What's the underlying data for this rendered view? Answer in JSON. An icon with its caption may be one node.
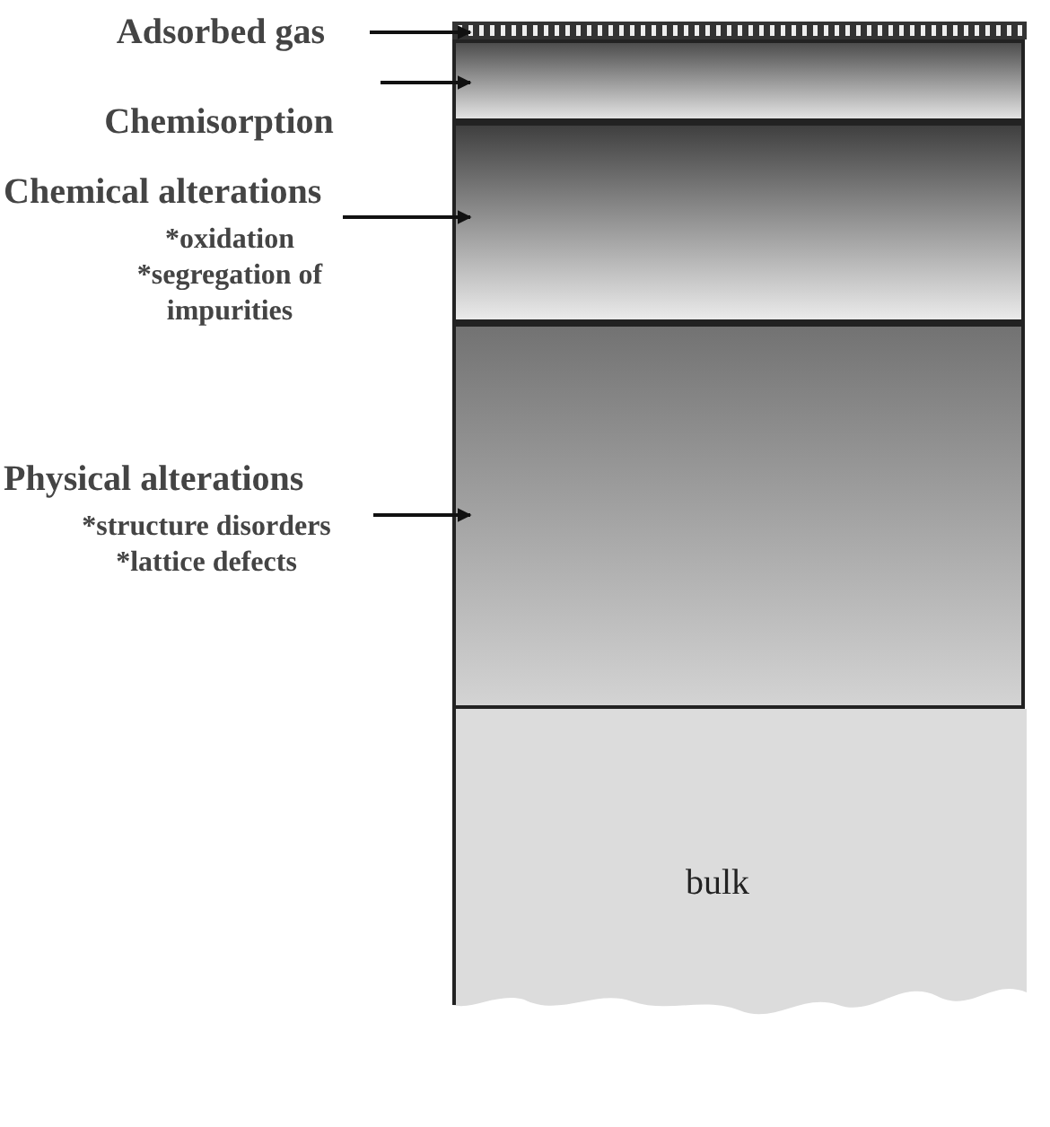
{
  "diagram": {
    "nodes": [
      {
        "text": [
          "Adsorbed gas"
        ]
      },
      {
        "text": [
          "Chemisorption"
        ]
      },
      {
        "text": [
          "Chemical alterations",
          "*oxidation *segregation of impurities"
        ]
      },
      {
        "text": [
          "Physical alterations",
          "*structure disorders *lattice defects"
        ]
      },
      {
        "text": [],
        "shape": "bar"
      },
      {
        "text": [],
        "shape": "box"
      },
      {
        "text": [],
        "shape": "box"
      },
      {
        "text": [],
        "shape": "box"
      },
      {
        "text": [
          "bulk"
        ]
      }
    ],
    "edges": [
      {
        "from": 0,
        "to": 4,
        "arrow": "to"
      },
      {
        "from": 1,
        "to": 5,
        "arrow": "to"
      },
      {
        "from": 2,
        "to": 6,
        "arrow": "to"
      },
      {
        "from": 3,
        "to": 7,
        "arrow": "to"
      }
    ]
  }
}
